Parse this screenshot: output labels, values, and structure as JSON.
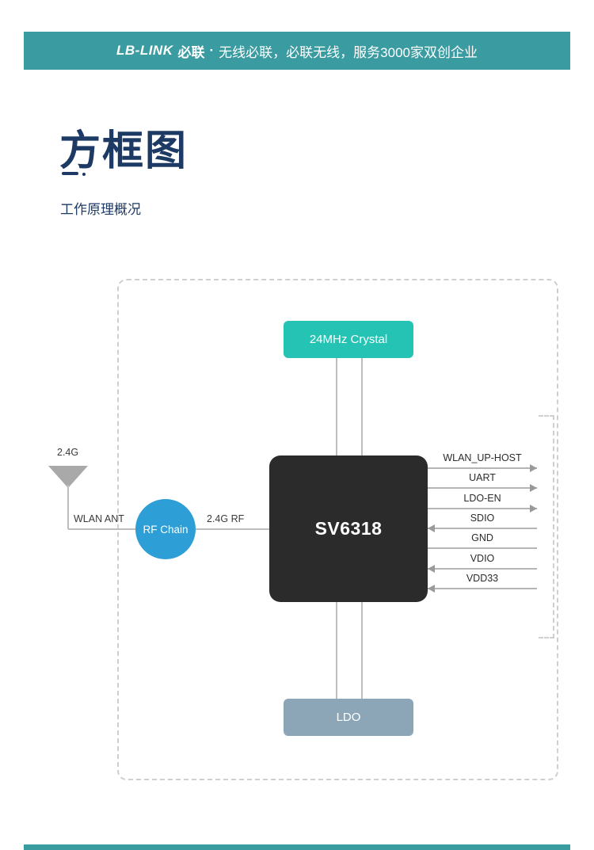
{
  "header": {
    "brand_en": "LB-LINK",
    "brand_cn": "必联",
    "separator": "·",
    "tagline": "无线必联，必联无线，服务3000家双创企业"
  },
  "section": {
    "title": "方框图",
    "subtitle": "工作原理概况"
  },
  "diagram": {
    "crystal_label": "24MHz Crystal",
    "chip_label": "SV6318",
    "ldo_label": "LDO",
    "antenna": {
      "band_label": "2.4G",
      "ant_line_label": "WLAN ANT"
    },
    "rf_chain_label": "RF Chain",
    "rf_line_label": "2.4G RF",
    "right_pins": [
      {
        "label": "WLAN_UP-HOST",
        "direction": "out"
      },
      {
        "label": "UART",
        "direction": "out"
      },
      {
        "label": "LDO-EN",
        "direction": "out"
      },
      {
        "label": "SDIO",
        "direction": "in"
      },
      {
        "label": "GND",
        "direction": "none"
      },
      {
        "label": "VDIO",
        "direction": "in"
      },
      {
        "label": "VDD33",
        "direction": "in"
      }
    ]
  },
  "colors": {
    "header_teal": "#3A9BA1",
    "crystal_teal": "#25C3B3",
    "chip_black": "#2B2B2B",
    "ldo_blue_gray": "#8CA6B8",
    "rf_chain_blue": "#2D9FD6",
    "title_navy": "#1C3A64",
    "line_gray": "#B5B5B5"
  }
}
